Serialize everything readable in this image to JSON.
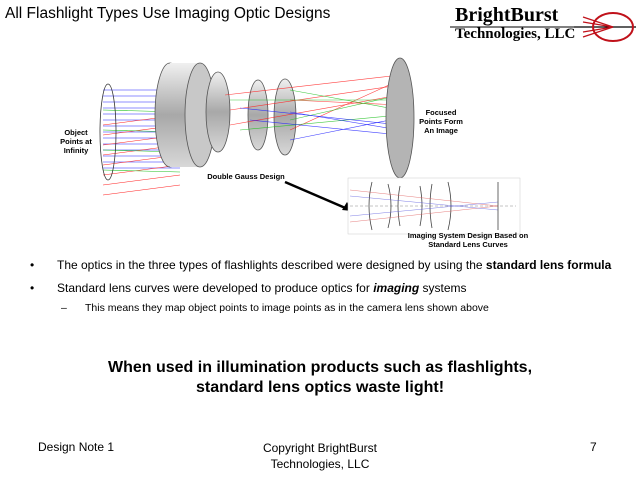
{
  "title": "All Flashlight Types Use Imaging Optic Designs",
  "logo": {
    "line1": "BrightBurst",
    "line2": "Technologies, LLC",
    "accent": "#c0111a"
  },
  "figure": {
    "object_label": "Object\nPoints at\nInfinity",
    "focused_label": "Focused\nPoints Form\nAn Image",
    "design_label": "Double Gauss Design",
    "inset_label": "Imaging System Design Based on\nStandard Lens Curves"
  },
  "bullets": {
    "b1_pre": "The optics in the three types of flashlights described were designed by using the ",
    "b1_bold": "standard lens formula",
    "b2_pre": "Standard lens curves were developed to produce optics for ",
    "b2_bold": "imaging",
    "b2_post": " systems",
    "sub1": "This means they map object points to image points as in the camera lens shown above",
    "marker": "•",
    "dash": "–"
  },
  "emphasis": {
    "line1": "When used in illumination products such as flashlights,",
    "line2": "standard lens optics waste light!"
  },
  "footer": {
    "left": "Design Note 1",
    "center": "Copyright BrightBurst\nTechnologies, LLC",
    "right": "7"
  }
}
